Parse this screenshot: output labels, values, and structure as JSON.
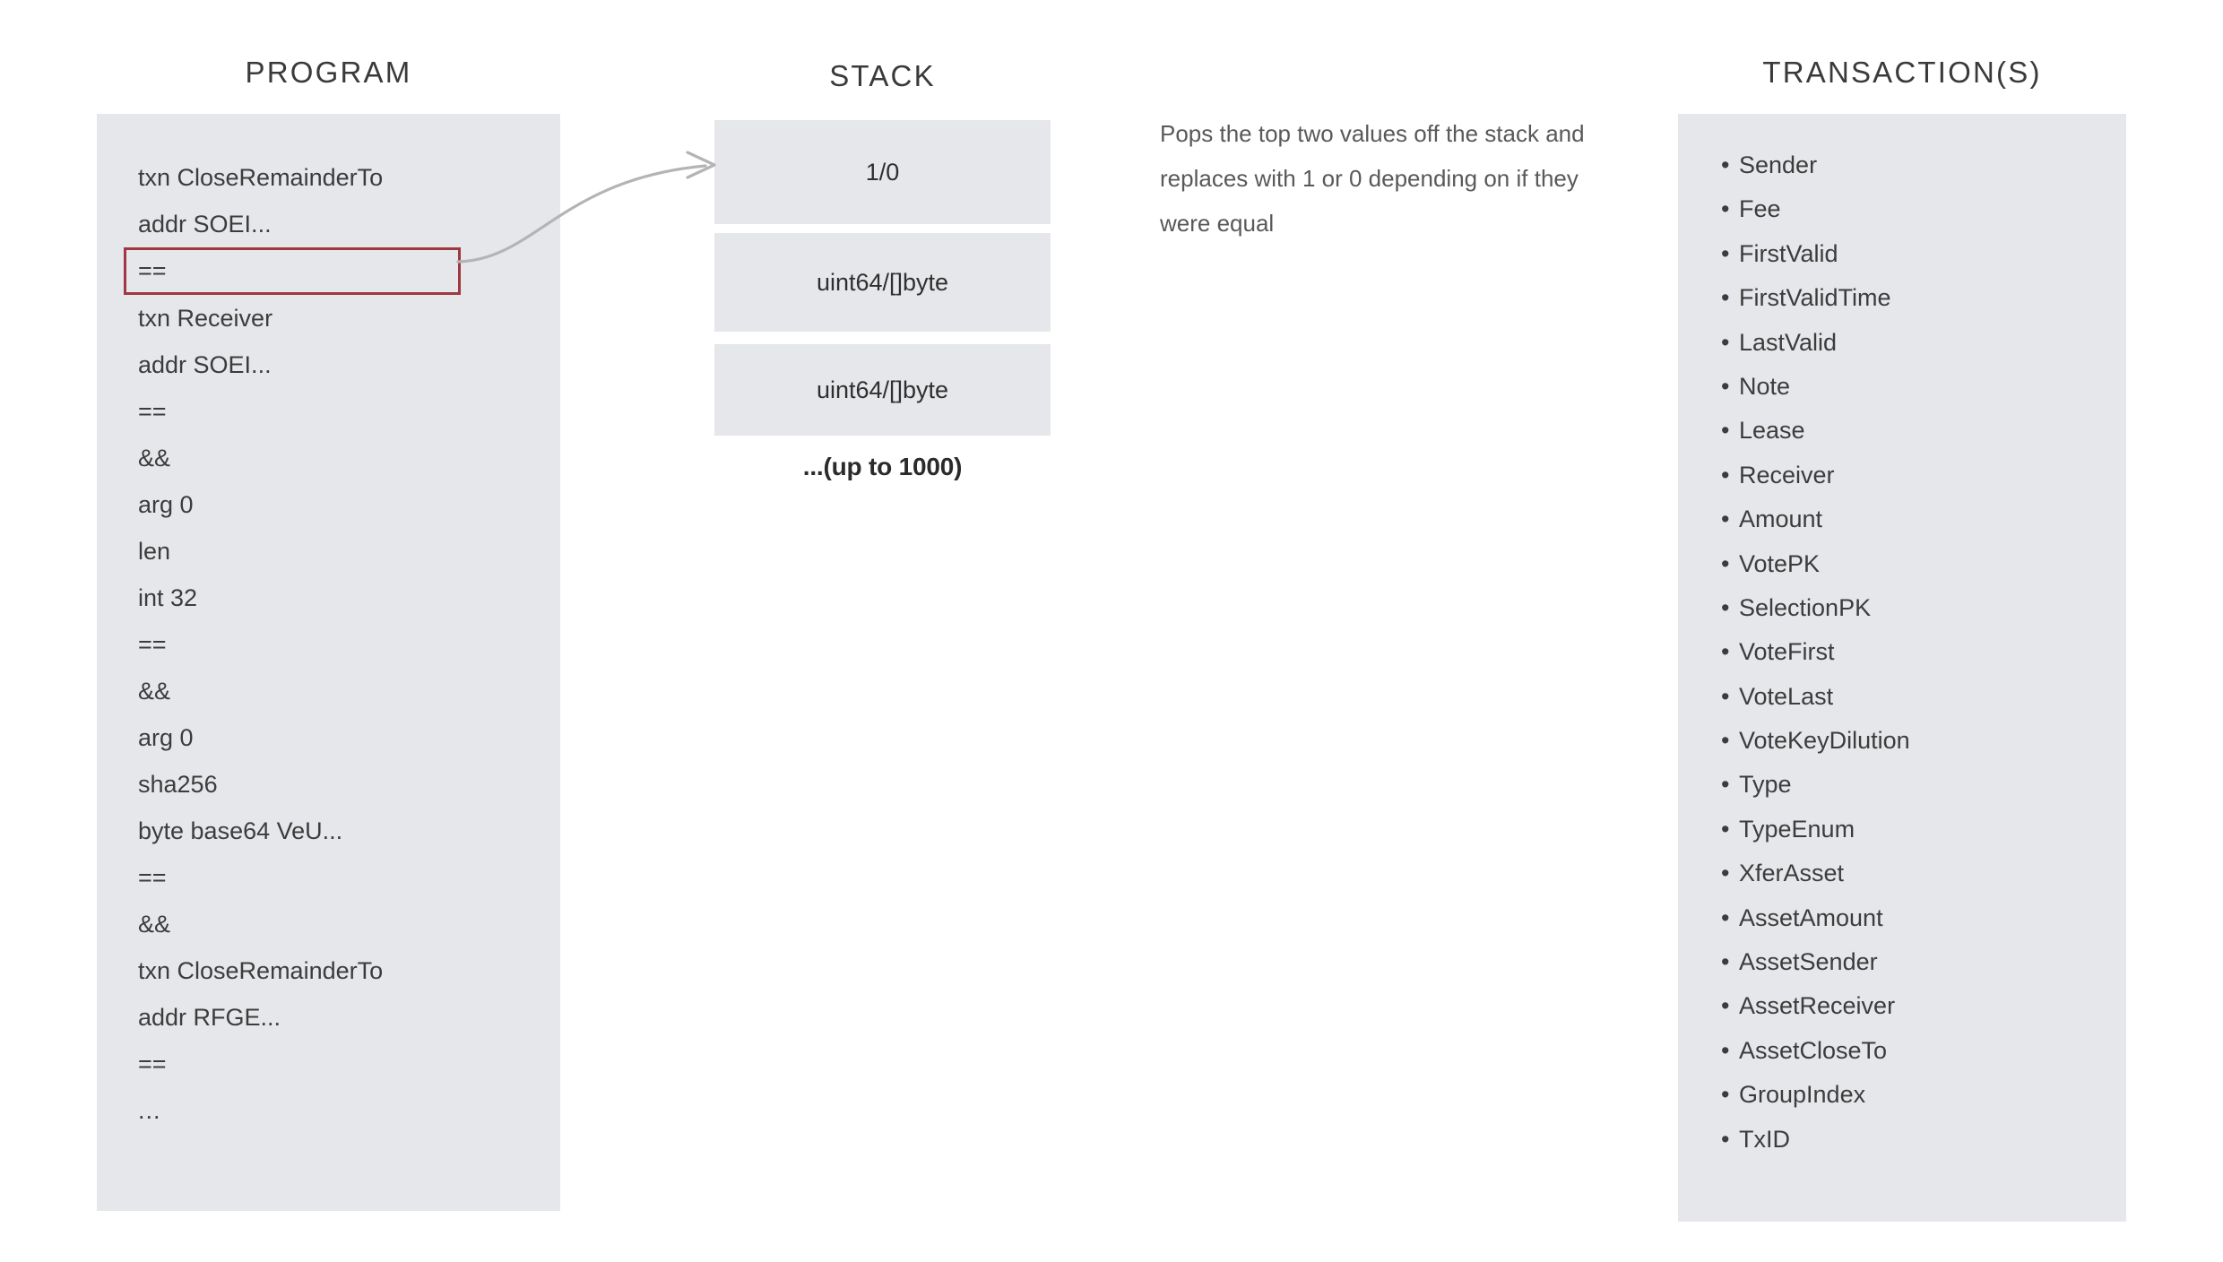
{
  "columns": {
    "program": {
      "header": "PROGRAM"
    },
    "stack": {
      "header": "STACK"
    },
    "transactions": {
      "header": "TRANSACTION(S)"
    }
  },
  "program": {
    "lines": [
      {
        "text": "txn CloseRemainderTo",
        "highlighted": false
      },
      {
        "text": "addr SOEI...",
        "highlighted": false
      },
      {
        "text": "==",
        "highlighted": true
      },
      {
        "text": "txn Receiver",
        "highlighted": false
      },
      {
        "text": "addr SOEI...",
        "highlighted": false
      },
      {
        "text": "==",
        "highlighted": false
      },
      {
        "text": "&&",
        "highlighted": false
      },
      {
        "text": "arg 0",
        "highlighted": false
      },
      {
        "text": "len",
        "highlighted": false
      },
      {
        "text": "int 32",
        "highlighted": false
      },
      {
        "text": "==",
        "highlighted": false
      },
      {
        "text": "&&",
        "highlighted": false
      },
      {
        "text": "arg 0",
        "highlighted": false
      },
      {
        "text": "sha256",
        "highlighted": false
      },
      {
        "text": "byte base64 VeU...",
        "highlighted": false
      },
      {
        "text": "==",
        "highlighted": false
      },
      {
        "text": "&&",
        "highlighted": false
      },
      {
        "text": "txn CloseRemainderTo",
        "highlighted": false
      },
      {
        "text": "addr RFGE...",
        "highlighted": false
      },
      {
        "text": "==",
        "highlighted": false
      },
      {
        "text": "...",
        "highlighted": false
      }
    ]
  },
  "stack": {
    "boxes": [
      "1/0",
      "uint64/[]byte",
      "uint64/[]byte"
    ],
    "more_label": "...(up to 1000)"
  },
  "annotation": {
    "text": "Pops the top two values off the stack and replaces with 1 or 0 depending on if they were equal"
  },
  "transactions": {
    "bullet": "•",
    "fields": [
      "Sender",
      "Fee",
      "FirstValid",
      "FirstValidTime",
      "LastValid",
      "Note",
      "Lease",
      "Receiver",
      "Amount",
      "VotePK",
      "SelectionPK",
      "VoteFirst",
      "VoteLast",
      "VoteKeyDilution",
      "Type",
      "TypeEnum",
      "XferAsset",
      "AssetAmount",
      "AssetSender",
      "AssetReceiver",
      "AssetCloseTo",
      "GroupIndex",
      "TxID"
    ]
  },
  "colors": {
    "panel_background": "#e5e7ea",
    "highlight_border": "#a03842",
    "text": "#3c3c3c",
    "annotation_text": "#595959",
    "connector": "#b4b4b4",
    "page_background": "#ffffff"
  }
}
